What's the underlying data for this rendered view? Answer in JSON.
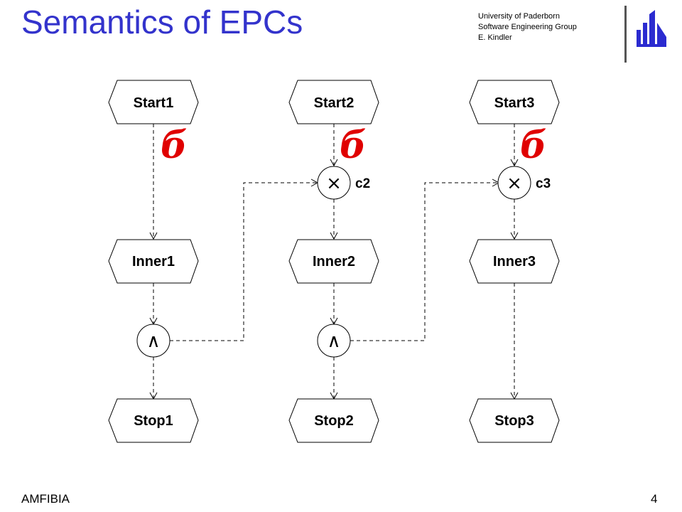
{
  "header": {
    "title": "Semantics of EPCs",
    "affiliation": [
      "University of Paderborn",
      "Software Engineering Group",
      "E. Kindler"
    ]
  },
  "footer": {
    "left": "AMFIBIA",
    "page": "4"
  },
  "colors": {
    "title": "#3333cc",
    "token": "#e00000",
    "logo": "#2b2bd0"
  },
  "icons": {
    "logo": "university-logo-icon",
    "token": "token-icon"
  },
  "nodes": {
    "start1": "Start1",
    "start2": "Start2",
    "start3": "Start3",
    "inner1": "Inner1",
    "inner2": "Inner2",
    "inner3": "Inner3",
    "stop1": "Stop1",
    "stop2": "Stop2",
    "stop3": "Stop3"
  },
  "connectors": {
    "c2": {
      "symbol": "×",
      "label": "c2"
    },
    "c3": {
      "symbol": "×",
      "label": "c3"
    },
    "and1": {
      "symbol": "∧"
    },
    "and2": {
      "symbol": "∧"
    }
  },
  "token_glyph": "б"
}
